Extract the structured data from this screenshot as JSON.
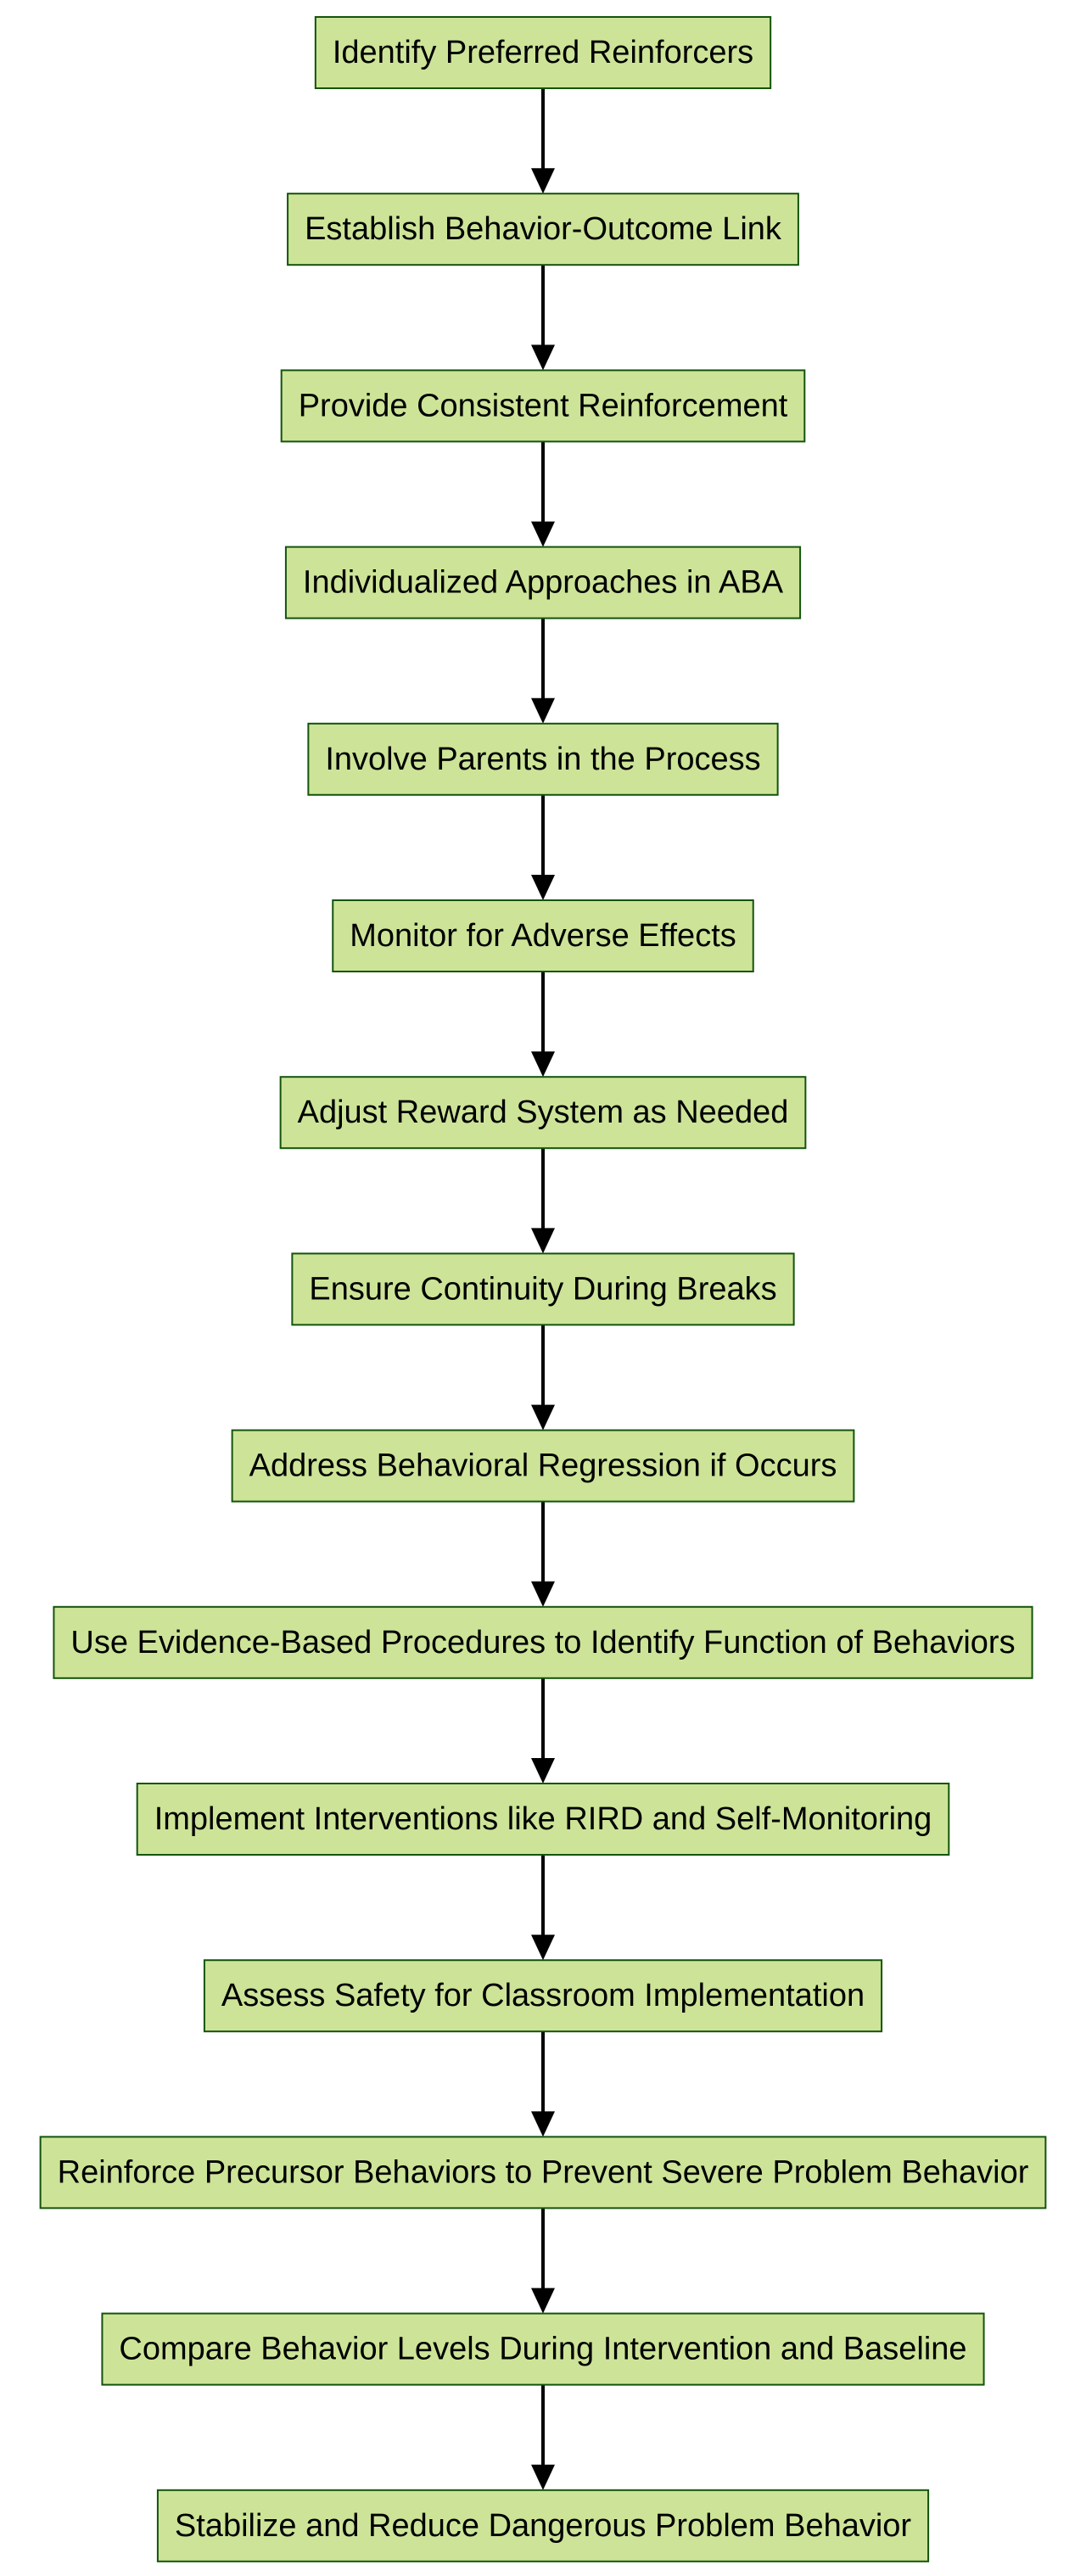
{
  "diagram": {
    "type": "flowchart",
    "direction": "top-to-bottom",
    "colors": {
      "node_fill": "#cde498",
      "node_border": "#13540c",
      "edge": "#000000",
      "text": "#000000"
    },
    "nodes": [
      {
        "id": "n1",
        "label": "Identify Preferred Reinforcers"
      },
      {
        "id": "n2",
        "label": "Establish Behavior-Outcome Link"
      },
      {
        "id": "n3",
        "label": "Provide Consistent Reinforcement"
      },
      {
        "id": "n4",
        "label": "Individualized Approaches in ABA"
      },
      {
        "id": "n5",
        "label": "Involve Parents in the Process"
      },
      {
        "id": "n6",
        "label": "Monitor for Adverse Effects"
      },
      {
        "id": "n7",
        "label": "Adjust Reward System as Needed"
      },
      {
        "id": "n8",
        "label": "Ensure Continuity During Breaks"
      },
      {
        "id": "n9",
        "label": "Address Behavioral Regression if Occurs"
      },
      {
        "id": "n10",
        "label": "Use Evidence-Based Procedures to Identify Function of Behaviors"
      },
      {
        "id": "n11",
        "label": "Implement Interventions like RIRD and Self-Monitoring"
      },
      {
        "id": "n12",
        "label": "Assess Safety for Classroom Implementation"
      },
      {
        "id": "n13",
        "label": "Reinforce Precursor Behaviors to Prevent Severe Problem Behavior"
      },
      {
        "id": "n14",
        "label": "Compare Behavior Levels During Intervention and Baseline"
      },
      {
        "id": "n15",
        "label": "Stabilize and Reduce Dangerous Problem Behavior"
      }
    ],
    "edges": [
      {
        "from": "n1",
        "to": "n2"
      },
      {
        "from": "n2",
        "to": "n3"
      },
      {
        "from": "n3",
        "to": "n4"
      },
      {
        "from": "n4",
        "to": "n5"
      },
      {
        "from": "n5",
        "to": "n6"
      },
      {
        "from": "n6",
        "to": "n7"
      },
      {
        "from": "n7",
        "to": "n8"
      },
      {
        "from": "n8",
        "to": "n9"
      },
      {
        "from": "n9",
        "to": "n10"
      },
      {
        "from": "n10",
        "to": "n11"
      },
      {
        "from": "n11",
        "to": "n12"
      },
      {
        "from": "n12",
        "to": "n13"
      },
      {
        "from": "n13",
        "to": "n14"
      },
      {
        "from": "n14",
        "to": "n15"
      }
    ]
  }
}
